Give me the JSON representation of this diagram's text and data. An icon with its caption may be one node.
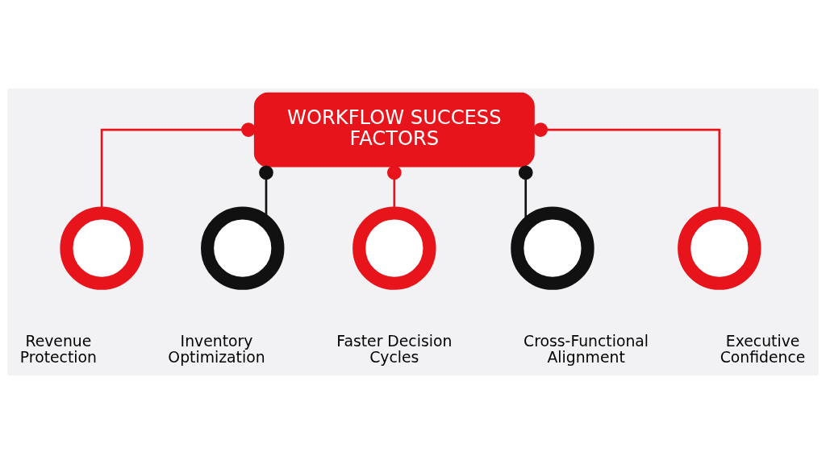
{
  "diagram": {
    "nodes": [
      {
        "text": [
          "WORKFLOW SUCCESS FACTORS"
        ]
      },
      {
        "text": [],
        "shape": "pin",
        "beside": [
          "Revenue Protection"
        ]
      },
      {
        "text": [],
        "shape": "pin",
        "beside": [
          "Inventory Optimization"
        ]
      },
      {
        "text": [],
        "shape": "pin",
        "beside": [
          "Faster Decision Cycles"
        ]
      },
      {
        "text": [],
        "shape": "pin",
        "beside": [
          "Cross-Functional Alignment"
        ]
      },
      {
        "text": [],
        "shape": "pin",
        "beside": [
          "Executive Confidence"
        ]
      }
    ],
    "edges": [
      {
        "from": 0,
        "to": 1,
        "arrow": "other"
      },
      {
        "from": 0,
        "to": 2,
        "arrow": "other",
        "color": "#111111"
      },
      {
        "from": 0,
        "to": 3,
        "arrow": "other"
      },
      {
        "from": 0,
        "to": 4,
        "arrow": "other",
        "color": "#111111"
      },
      {
        "from": 0,
        "to": 5,
        "arrow": "other"
      }
    ]
  }
}
